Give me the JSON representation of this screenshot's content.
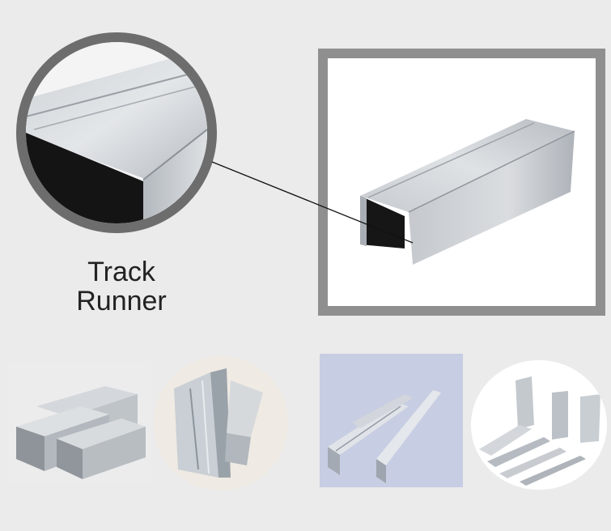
{
  "caption": {
    "line1": "Track",
    "line2": "Runner"
  },
  "colors": {
    "background": "#ebebeb",
    "frame_border": "#8f8f8f",
    "circle_border": "#6d6d6d",
    "metal_light": "#d9dcdf",
    "metal_mid": "#b9bec4",
    "metal_dark": "#8d949b",
    "channel_shadow": "#161616"
  },
  "images": {
    "zoom_detail": "galvanized-track-closeup",
    "main_product": "galvanized-steel-track-profile",
    "thumbnails": [
      "stacked-u-channels",
      "c-studs-closeup",
      "u-channels-on-blue",
      "assorted-steel-profiles"
    ]
  }
}
